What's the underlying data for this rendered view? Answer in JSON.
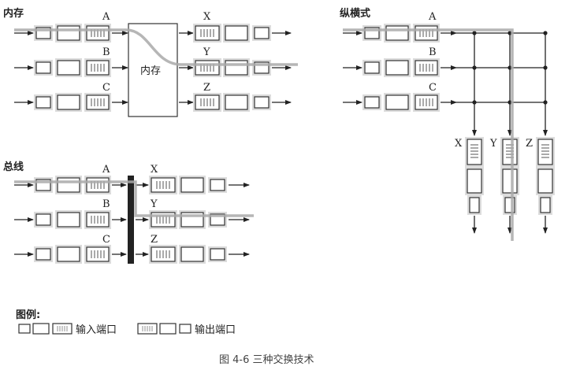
{
  "figure": {
    "caption": "图 4-6    三种交换技术",
    "memory_panel": {
      "title": "内存",
      "center_label": "内存",
      "inputs": [
        "A",
        "B",
        "C"
      ],
      "outputs": [
        "X",
        "Y",
        "Z"
      ]
    },
    "crossbar_panel": {
      "title": "纵横式",
      "inputs": [
        "A",
        "B",
        "C"
      ],
      "outputs": [
        "X",
        "Y",
        "Z"
      ]
    },
    "bus_panel": {
      "title": "总线",
      "inputs": [
        "A",
        "B",
        "C"
      ],
      "outputs": [
        "X",
        "Y",
        "Z"
      ]
    },
    "legend": {
      "title": "图例:",
      "input_port": "输入端口",
      "output_port": "输出端口"
    },
    "colors": {
      "line": "#222222",
      "highlight_path": "#a9a9a9",
      "port_shadow": "#dcdcdc"
    }
  }
}
